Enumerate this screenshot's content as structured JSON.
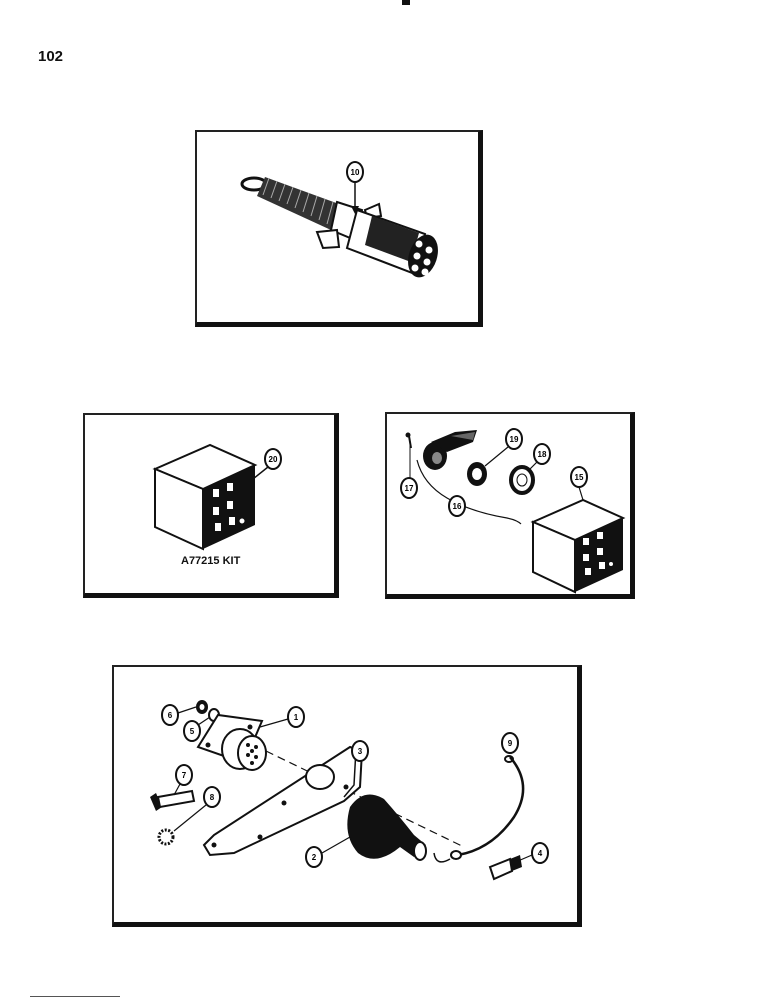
{
  "page": {
    "number": "102"
  },
  "panels": {
    "a": {
      "callouts": [
        "10"
      ]
    },
    "b": {
      "callouts": [
        "20"
      ],
      "kit_label": "A77215 KIT"
    },
    "c": {
      "callouts": [
        "17",
        "16",
        "19",
        "18",
        "15"
      ]
    },
    "d": {
      "callouts": [
        "6",
        "5",
        "1",
        "3",
        "9",
        "7",
        "8",
        "2",
        "4"
      ]
    }
  }
}
